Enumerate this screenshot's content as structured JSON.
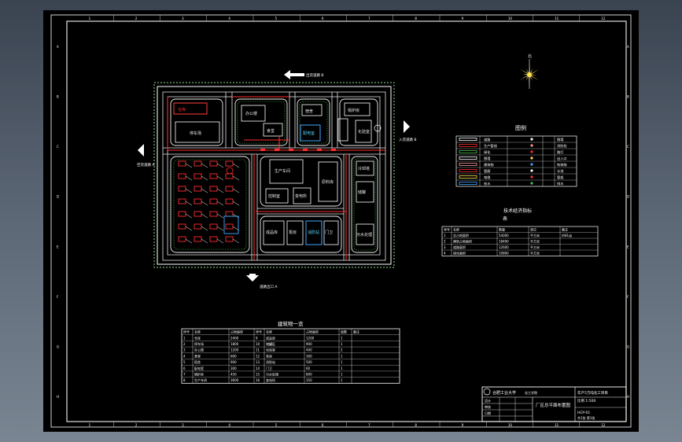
{
  "drawing": {
    "direction_labels": {
      "north": "出货道路 B",
      "south": "道路出口 A",
      "west": "空货道路 A",
      "east": "入货道路 B"
    },
    "compass_label": "北",
    "buildings": {
      "warehouse": "仓库",
      "parking": "停车场",
      "office": "办公楼",
      "canteen": "食堂",
      "dorm": "宿舍",
      "power": "配电室",
      "boiler": "锅炉房",
      "workshop_main": "生产车间",
      "workshop_b": "原料库",
      "storage": "成品库",
      "tank": "储罐",
      "lab": "化验室",
      "pump": "泵房",
      "fire": "消防站",
      "gate": "门卫",
      "waste": "污水处理",
      "sub": "变电所",
      "tower": "冷却塔",
      "control": "控制室"
    }
  },
  "legend": {
    "title": "图例",
    "rows": [
      {
        "left": "道路",
        "right": "围墙"
      },
      {
        "left": "生产管线",
        "right": "消防栓"
      },
      {
        "left": "绿化",
        "right": "路灯"
      },
      {
        "left": "围墙",
        "right": "出入口"
      },
      {
        "left": "建筑物",
        "right": "构筑物"
      },
      {
        "left": "管廊",
        "right": "水池"
      },
      {
        "left": "电缆",
        "right": "管架"
      },
      {
        "left": "给水",
        "right": "排水"
      }
    ]
  },
  "tech_table": {
    "title": "技术经济指标",
    "subtitle": "表",
    "headers": [
      "序号",
      "名称",
      "数量",
      "单位",
      "备注"
    ],
    "rows": [
      [
        "1",
        "总占地面积",
        "54000",
        "平方米",
        "约81亩"
      ],
      [
        "2",
        "建筑占地面积",
        "18400",
        "平方米",
        ""
      ],
      [
        "3",
        "道路面积",
        "12600",
        "平方米",
        ""
      ],
      [
        "4",
        "绿化面积",
        "10800",
        "平方米",
        ""
      ]
    ]
  },
  "building_table": {
    "title": "建筑物一览",
    "headers": [
      "序号",
      "名称",
      "占地面积",
      "序号",
      "名称",
      "占地面积",
      "层数",
      "备注"
    ],
    "rows": [
      [
        "1",
        "仓库",
        "2400",
        "9",
        "成品库",
        "1200",
        "1",
        ""
      ],
      [
        "2",
        "停车场",
        "1800",
        "10",
        "储罐区",
        "900",
        "1",
        ""
      ],
      [
        "3",
        "办公楼",
        "1200",
        "11",
        "化验室",
        "400",
        "2",
        ""
      ],
      [
        "4",
        "食堂",
        "600",
        "12",
        "泵房",
        "300",
        "1",
        ""
      ],
      [
        "5",
        "宿舍",
        "900",
        "13",
        "消防站",
        "500",
        "1",
        ""
      ],
      [
        "6",
        "配电室",
        "300",
        "14",
        "门卫",
        "60",
        "1",
        ""
      ],
      [
        "7",
        "锅炉房",
        "450",
        "15",
        "污水处理",
        "800",
        "1",
        ""
      ],
      [
        "8",
        "生产车间",
        "3600",
        "16",
        "变电所",
        "350",
        "1",
        ""
      ]
    ]
  },
  "title_block": {
    "school": "合肥工业大学",
    "dept": "化工学院",
    "drawing_title": "厂区总平面布置图",
    "scale": "比例 1:500",
    "drawing_no": "HGY-01",
    "sheet": "共1张 第1张",
    "designer": "设计",
    "checker": "审核",
    "date": "日期",
    "project": "年产5万吨化工项目"
  },
  "frame": {
    "top_numbers": [
      "1",
      "2",
      "3",
      "4",
      "5",
      "6",
      "7",
      "8",
      "9",
      "10",
      "11",
      "12"
    ],
    "side_letters": [
      "A",
      "B",
      "C",
      "D",
      "E",
      "F",
      "G",
      "H"
    ]
  }
}
